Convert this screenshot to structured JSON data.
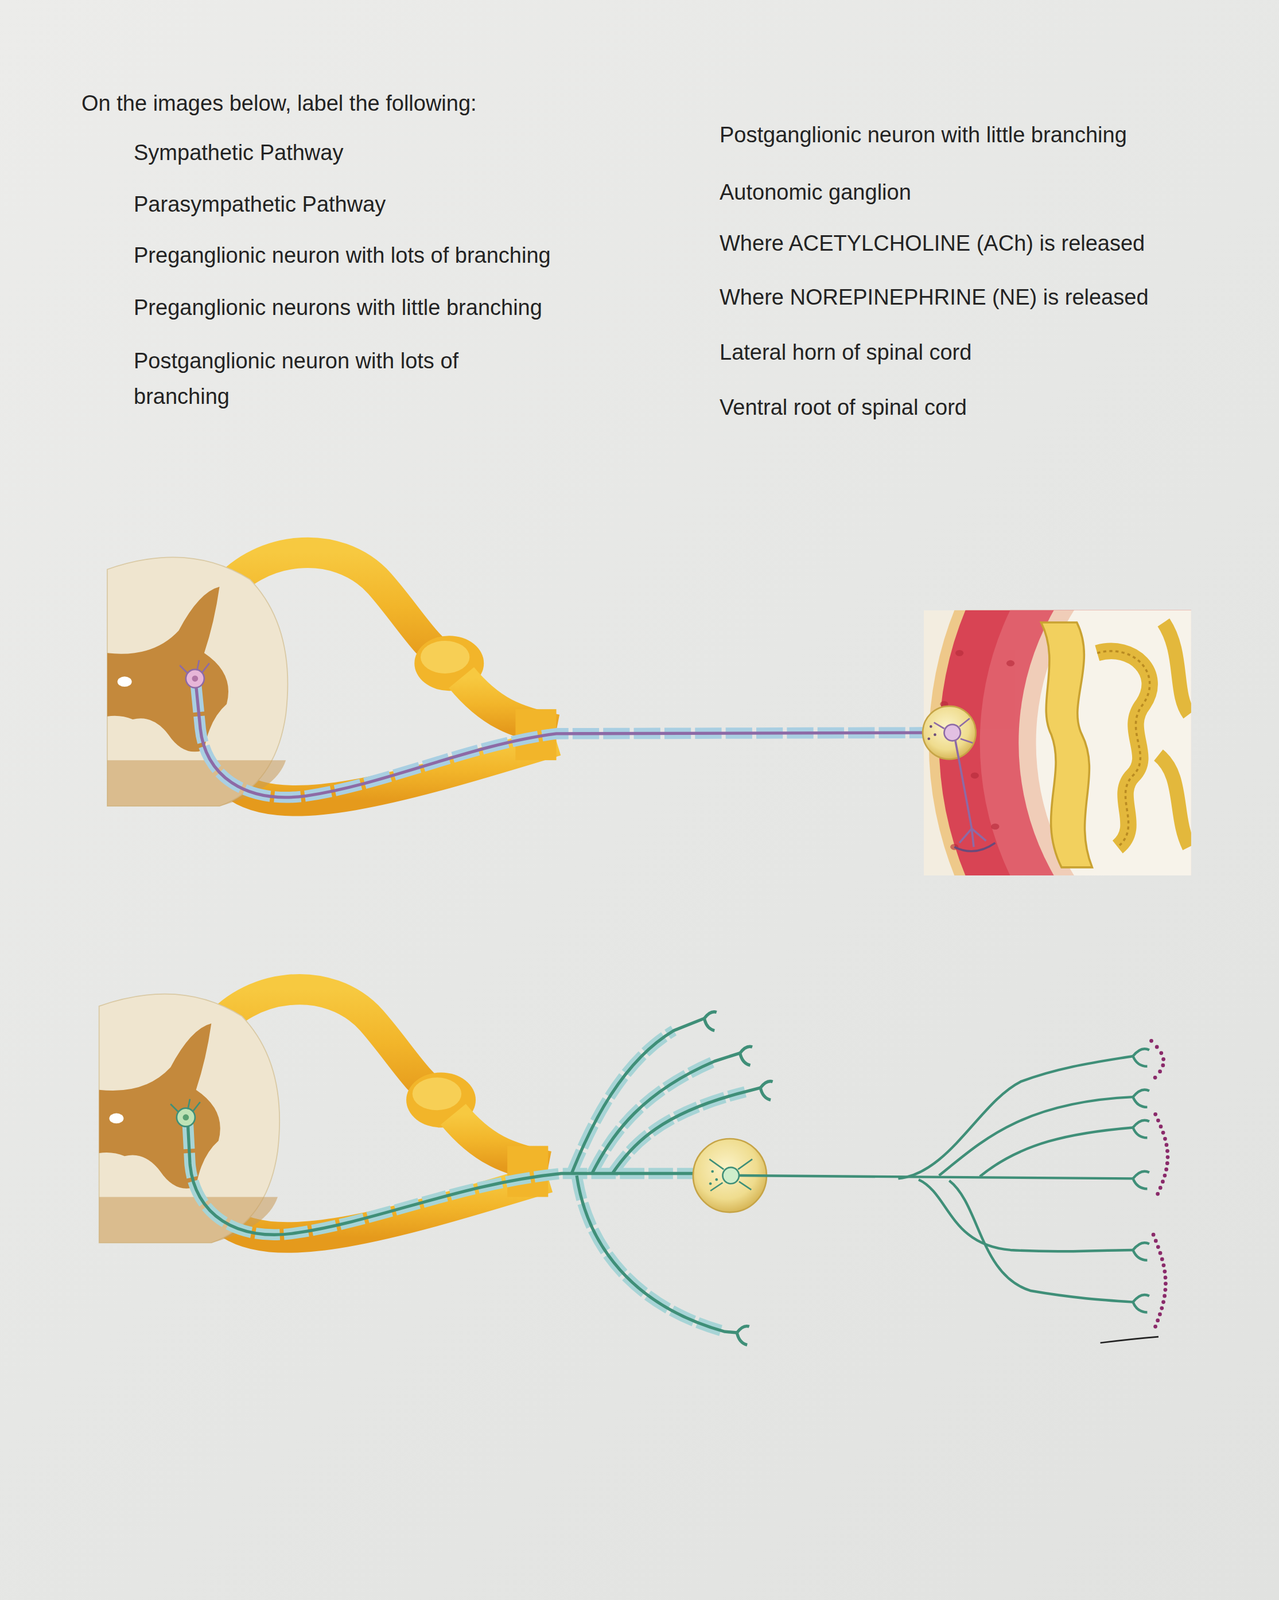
{
  "diagram": {
    "title": "On the images below, label the following:",
    "labels": [
      "Sympathetic Pathway",
      "Parasympathetic Pathway",
      "Preganglionic neuron with lots of branching",
      "Preganglionic neurons with little branching",
      "Postganglionic neuron with lots of branching",
      "Postganglionic neuron with little branching",
      "Autonomic ganglion",
      "Where ACETYLCHOLINE (ACh) is released",
      "Where NOREPINEPHRINE (NE) is released",
      "Lateral horn of spinal cord",
      "Ventral root of spinal cord"
    ]
  }
}
